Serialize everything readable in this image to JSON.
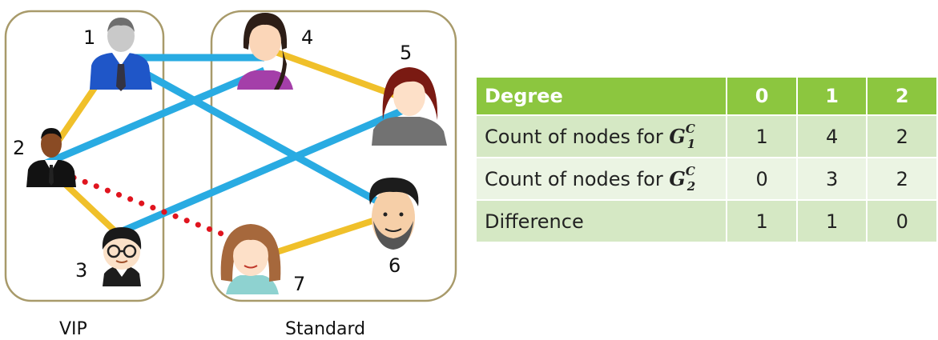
{
  "groups": [
    {
      "label": "VIP"
    },
    {
      "label": "Standard"
    }
  ],
  "nodes": [
    {
      "id": "1",
      "type": "man-tie"
    },
    {
      "id": "2",
      "type": "man-dark"
    },
    {
      "id": "3",
      "type": "man-glasses"
    },
    {
      "id": "4",
      "type": "woman-braid"
    },
    {
      "id": "5",
      "type": "woman-redhair"
    },
    {
      "id": "6",
      "type": "man-beard"
    },
    {
      "id": "7",
      "type": "girl"
    }
  ],
  "edges": [
    {
      "source": "1",
      "target": "4",
      "kind": "cross-group"
    },
    {
      "source": "1",
      "target": "6",
      "kind": "cross-group"
    },
    {
      "source": "2",
      "target": "4",
      "kind": "cross-group"
    },
    {
      "source": "3",
      "target": "5",
      "kind": "cross-group"
    },
    {
      "source": "1",
      "target": "2",
      "kind": "within-group"
    },
    {
      "source": "2",
      "target": "3",
      "kind": "within-group"
    },
    {
      "source": "4",
      "target": "5",
      "kind": "within-group"
    },
    {
      "source": "6",
      "target": "7",
      "kind": "within-group"
    },
    {
      "source": "2",
      "target": "7",
      "kind": "removed"
    }
  ],
  "colors": {
    "cross_group_edge": "#29abe2",
    "within_group_edge": "#f0c02a",
    "removed_edge": "#e0141e",
    "group_border": "#a89a6a",
    "table_header": "#8cc63f",
    "table_row_odd": "#d5e8c4",
    "table_row_even": "#ebf4e3"
  },
  "table": {
    "headers": [
      "Degree",
      "0",
      "1",
      "2"
    ],
    "rows": [
      {
        "label_prefix": "Count of nodes for ",
        "graph_symbol": "G",
        "subscript": "1",
        "superscript": "C",
        "values": [
          "1",
          "4",
          "2"
        ]
      },
      {
        "label_prefix": "Count of nodes for ",
        "graph_symbol": "G",
        "subscript": "2",
        "superscript": "C",
        "values": [
          "0",
          "3",
          "2"
        ]
      },
      {
        "label_prefix": "Difference",
        "values": [
          "1",
          "1",
          "0"
        ]
      }
    ]
  }
}
